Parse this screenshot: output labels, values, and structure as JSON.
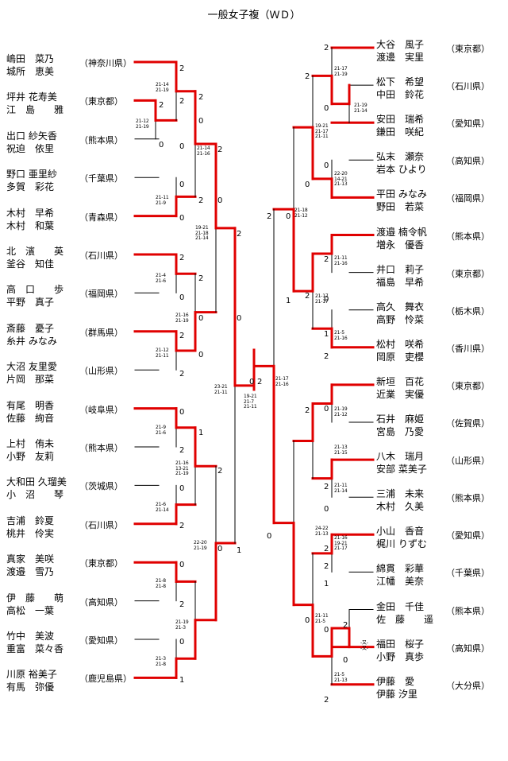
{
  "title": "一般女子複（ＷＤ）",
  "bracket_color": "#e00000",
  "left_teams": [
    {
      "p1": "嶋田　菜乃",
      "p2": "城所　恵美",
      "pref": "（神奈川県）"
    },
    {
      "p1": "坪井 花寿美",
      "p2": "江　島　　雅",
      "pref": "（東京都）"
    },
    {
      "p1": "出口 紗矢香",
      "p2": "祝迫　依里",
      "pref": "（熊本県）"
    },
    {
      "p1": "野口 亜里紗",
      "p2": "多賀　彩花",
      "pref": "（千葉県）"
    },
    {
      "p1": "木村　早希",
      "p2": "木村　和葉",
      "pref": "（青森県）"
    },
    {
      "p1": "北　濱　　英",
      "p2": "釜谷　知佳",
      "pref": "（石川県）"
    },
    {
      "p1": "高　口　　歩",
      "p2": "平野　真子",
      "pref": "（福岡県）"
    },
    {
      "p1": "斎藤　憂子",
      "p2": "糸井 みなみ",
      "pref": "（群馬県）"
    },
    {
      "p1": "大沼 友里愛",
      "p2": "片岡　那菜",
      "pref": "（山形県）"
    },
    {
      "p1": "有尾　明香",
      "p2": "佐藤　絢音",
      "pref": "（岐阜県）"
    },
    {
      "p1": "上村　侑未",
      "p2": "小野　友莉",
      "pref": "（熊本県）"
    },
    {
      "p1": "大和田 久瑠美",
      "p2": "小　沼　　琴",
      "pref": "（茨城県）"
    },
    {
      "p1": "吉浦　鈴夏",
      "p2": "桃井　伶実",
      "pref": "（石川県）"
    },
    {
      "p1": "真家　美咲",
      "p2": "渡邉　雪乃",
      "pref": "（東京都）"
    },
    {
      "p1": "伊　藤　　萌",
      "p2": "高松　一葉",
      "pref": "（高知県）"
    },
    {
      "p1": "竹中　美波",
      "p2": "重富　菜々香",
      "pref": "（愛知県）"
    },
    {
      "p1": "川原 裕美子",
      "p2": "有馬　弥優",
      "pref": "（鹿児島県）"
    }
  ],
  "right_teams": [
    {
      "p1": "大谷　風子",
      "p2": "渡邊　実里",
      "pref": "（東京都）"
    },
    {
      "p1": "松下　希望",
      "p2": "中田　鈴花",
      "pref": "（石川県）"
    },
    {
      "p1": "安田　瑞希",
      "p2": "鎌田　咲紀",
      "pref": "（愛知県）"
    },
    {
      "p1": "弘末　瀬奈",
      "p2": "岩本 ひより",
      "pref": "（高知県）"
    },
    {
      "p1": "平田 みなみ",
      "p2": "野田　若菜",
      "pref": "（福岡県）"
    },
    {
      "p1": "渡邉 楠令帆",
      "p2": "増永　優香",
      "pref": "（熊本県）"
    },
    {
      "p1": "井口　莉子",
      "p2": "福島　早希",
      "pref": "（東京都）"
    },
    {
      "p1": "高久　舞衣",
      "p2": "高野　怜菜",
      "pref": "（栃木県）"
    },
    {
      "p1": "松村　咲希",
      "p2": "岡原　吏櫻",
      "pref": "（香川県）"
    },
    {
      "p1": "新垣　百花",
      "p2": "近業　実優",
      "pref": "（東京都）"
    },
    {
      "p1": "石井　麻姫",
      "p2": "宮島　乃愛",
      "pref": "（佐賀県）"
    },
    {
      "p1": "八木　瑞月",
      "p2": "安部 菜美子",
      "pref": "（山形県）"
    },
    {
      "p1": "三浦　未来",
      "p2": "木村　久美",
      "pref": "（熊本県）"
    },
    {
      "p1": "小山　香音",
      "p2": "梶川 りずむ",
      "pref": "（愛知県）"
    },
    {
      "p1": "綿貫　彩華",
      "p2": "江幡　美奈",
      "pref": "（千葉県）"
    },
    {
      "p1": "金田　千佳",
      "p2": "佐　藤　　遥",
      "pref": "（熊本県）"
    },
    {
      "p1": "福田　桜子",
      "p2": "小野　真歩",
      "pref": "（高知県）"
    },
    {
      "p1": "伊藤　愛",
      "p2": "伊藤 汐里",
      "pref": "（大分県）"
    }
  ],
  "game_scores": [
    "21-14\n21-19",
    "21-12\n21-19",
    "21-14\n21-16",
    "21-11\n21-9",
    "21-4\n21-6",
    "21-16\n21-19",
    "21-12\n21-11",
    "19-21\n21-18\n21-14",
    "21-9\n21-6",
    "21-16\n13-21\n21-19",
    "21-6\n21-14",
    "21-8\n21-8",
    "21-19\n21-3",
    "21-3\n21-8",
    "22-20\n21-19",
    "23-21\n21-11",
    "19-21\n21-7\n21-11",
    "21-17\n21-19",
    "21-19\n21-14",
    "19-21\n21-17\n21-11",
    "22-20\n14-21\n21-13",
    "21-11\n21-16",
    "21-17\n21-17",
    "21-5\n21-16",
    "21-18\n21-12",
    "21-19\n21-12",
    "21-13\n21-15",
    "21-11\n21-14",
    "21-16\n19-21\n21-17",
    "21-11\n21-5",
    "-又-\n-又-",
    "21-5\n21-13",
    "24-22\n21-13",
    "21-17\n21-16"
  ],
  "match_scores": [
    "2",
    "2",
    "0",
    "0",
    "0",
    "2",
    "0",
    "2",
    "2",
    "0",
    "2",
    "0",
    "2",
    "0",
    "2",
    "0",
    "1",
    "2",
    "0",
    "2",
    "0",
    "2",
    "2",
    "0",
    "0",
    "1",
    "2",
    "0",
    "2",
    "0",
    "2",
    "0",
    "1",
    "2",
    "0",
    "2",
    "0",
    "2",
    "0",
    "2",
    "0",
    "1",
    "2",
    "0",
    "2",
    "0",
    "2",
    "2",
    "1",
    "0",
    "2",
    "0",
    "1",
    "2",
    "0",
    "2",
    "0",
    "2",
    "0",
    "0",
    "2",
    "2",
    "0"
  ]
}
